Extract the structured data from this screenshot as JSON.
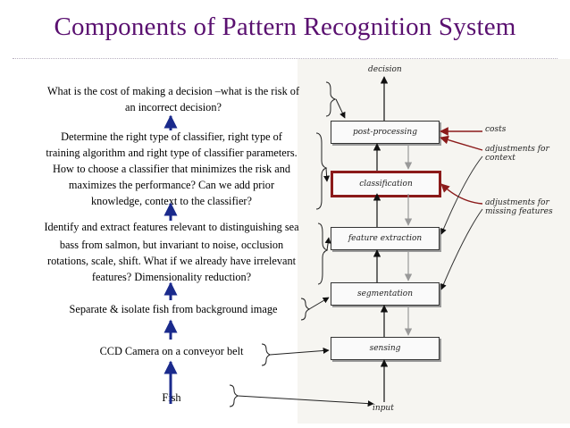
{
  "title": "Components of Pattern Recognition System",
  "descriptions": {
    "decision": [
      "What is the cost of making a decision –what is the risk of",
      "an incorrect decision?"
    ],
    "classification": [
      "Determine the right type of classifier, right type of",
      "training algorithm and right type of classifier parameters.",
      "How to choose a classifier that minimizes the risk and",
      "maximizes the performance? Can we add prior",
      "knowledge, context to the classifier?"
    ],
    "feature": [
      "Identify and extract features relevant to distinguishing sea",
      "bass from salmon, but invariant to noise, occlusion",
      "rotations, scale, shift. What if we already have irrelevant",
      "features? Dimensionality reduction?"
    ],
    "segmentation": [
      "Separate & isolate fish from background image"
    ],
    "sensing": [
      "CCD Camera on a conveyor belt"
    ],
    "input": [
      "Fish"
    ]
  },
  "figure": {
    "top_label": "decision",
    "bottom_label": "input",
    "boxes": [
      "post-processing",
      "classification",
      "feature extraction",
      "segmentation",
      "sensing"
    ],
    "side_inputs": [
      "costs",
      "adjustments for context",
      "adjustments for missing features"
    ]
  },
  "colors": {
    "title": "#5a1070",
    "arrow_blue": "#1a2a8c",
    "highlight": "#8b1a1a"
  }
}
